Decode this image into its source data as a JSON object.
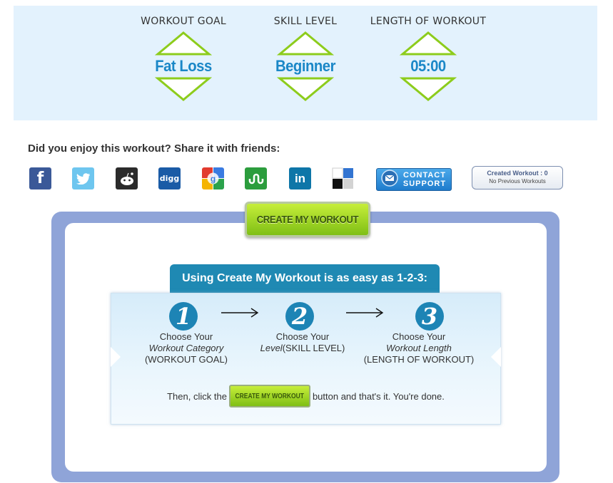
{
  "selectors": [
    {
      "label": "WORKOUT GOAL",
      "value": "Fat Loss"
    },
    {
      "label": "SKILL LEVEL",
      "value": "Beginner"
    },
    {
      "label": "LENGTH OF WORKOUT",
      "value": "05:00"
    }
  ],
  "share": {
    "title": "Did you enjoy this workout? Share it with friends:",
    "contact_line1": "CONTACT",
    "contact_line2": "SUPPORT",
    "created_line1": "Created Workout : 0",
    "created_line2": "No Previous Workouts"
  },
  "create_button_label": "CREATE MY WORKOUT",
  "steps": {
    "heading": "Using Create My Workout is as easy as 1-2-3:",
    "items": [
      {
        "number": "1",
        "line1": "Choose Your",
        "italic": "Workout Category",
        "rest": "",
        "line3": "(WORKOUT GOAL)"
      },
      {
        "number": "2",
        "line1": "Choose Your",
        "italic": "Level",
        "rest": "(SKILL LEVEL)",
        "line3": ""
      },
      {
        "number": "3",
        "line1": "Choose Your",
        "italic": "Workout Length",
        "rest": "",
        "line3": "(LENGTH OF WORKOUT)"
      }
    ],
    "then_before": "Then, click the",
    "then_button": "CREATE MY WORKOUT",
    "then_after": "button and that's it. You're done."
  },
  "colors": {
    "accent_blue": "#1a87c7",
    "green_button": "#9bd41f",
    "panel": "#8fa4d8"
  }
}
